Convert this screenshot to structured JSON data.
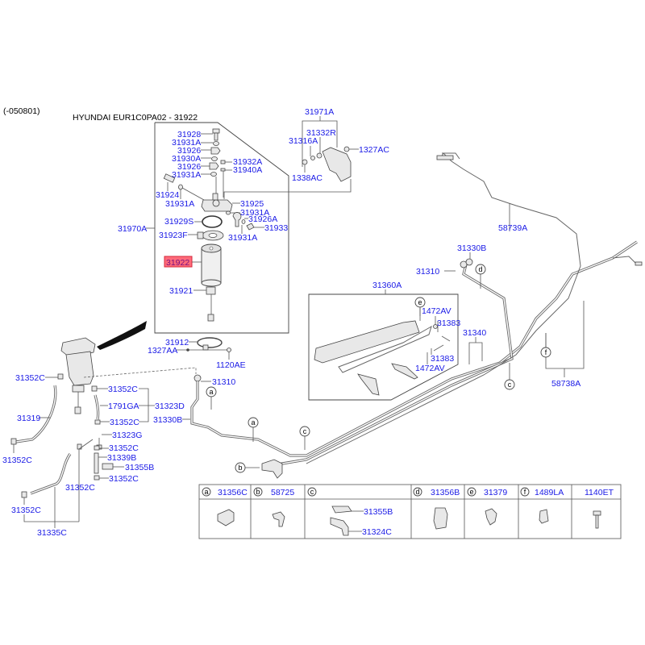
{
  "header": {
    "date_code": "(-050801)",
    "catalog_title": "HYUNDAI EUR1C0PA02 - 31922"
  },
  "highlighted_part": "31922",
  "colors": {
    "label": "#1a1ae6",
    "highlight_fill": "#ff6b7a",
    "highlight_border": "#d4283c",
    "line": "#555555"
  },
  "filter_assembly": {
    "assembly_label": "31970A",
    "labels": {
      "p31928": "31928",
      "p31931A_1": "31931A",
      "p31926_1": "31926",
      "p31930A": "31930A",
      "p31926_2": "31926",
      "p31931A_2": "31931A",
      "p31932A": "31932A",
      "p31940A": "31940A",
      "p31924": "31924",
      "p31931A_3": "31931A",
      "p31925": "31925",
      "p31929S": "31929S",
      "p31931A_4": "31931A",
      "p31926A": "31926A",
      "p31933": "31933",
      "p31923F": "31923F",
      "p31931A_5": "31931A",
      "p31922": "31922",
      "p31921": "31921"
    }
  },
  "bracket_assembly": {
    "p31971A": "31971A",
    "p31332R": "31332R",
    "p31316A": "31316A",
    "p1327AC": "1327AC",
    "p1338AC": "1338AC"
  },
  "clamp_parts": {
    "p31912": "31912",
    "p1327AA": "1327AA",
    "p1120AE": "1120AE"
  },
  "hoses": {
    "p31352C_a": "31352C",
    "p31352C_b": "31352C",
    "p1791GA": "1791GA",
    "p31323D": "31323D",
    "p31352C_c": "31352C",
    "p31319": "31319",
    "p31352C_d": "31352C",
    "p31323G": "31323G",
    "p31352C_e": "31352C",
    "p31339B": "31339B",
    "p31355B": "31355B",
    "p31352C_f": "31352C",
    "p31352C_g": "31352C",
    "p31352C_h": "31352C",
    "p31335C": "31335C",
    "p31310_a": "31310",
    "p31330B_a": "31330B"
  },
  "fuel_lines": {
    "p58739A": "58739A",
    "p31330B_b": "31330B",
    "p31310_b": "31310",
    "p31360A": "31360A",
    "p1472AV_1": "1472AV",
    "p31383_1": "31383",
    "p31340": "31340",
    "p31383_2": "31383",
    "p1472AV_2": "1472AV",
    "p58738A": "58738A"
  },
  "callouts": {
    "a": "a",
    "b": "b",
    "c": "c",
    "d": "d",
    "e": "e",
    "f": "f"
  },
  "legend_table": [
    {
      "letter": "a",
      "part": "31356C",
      "sub_parts": []
    },
    {
      "letter": "b",
      "part": "58725",
      "sub_parts": []
    },
    {
      "letter": "c",
      "part": "",
      "sub_parts": [
        "31355B",
        "31324C"
      ]
    },
    {
      "letter": "d",
      "part": "31356B",
      "sub_parts": []
    },
    {
      "letter": "e",
      "part": "31379",
      "sub_parts": []
    },
    {
      "letter": "f",
      "part": "1489LA",
      "sub_parts": []
    },
    {
      "letter": "",
      "part": "1140ET",
      "sub_parts": []
    }
  ]
}
